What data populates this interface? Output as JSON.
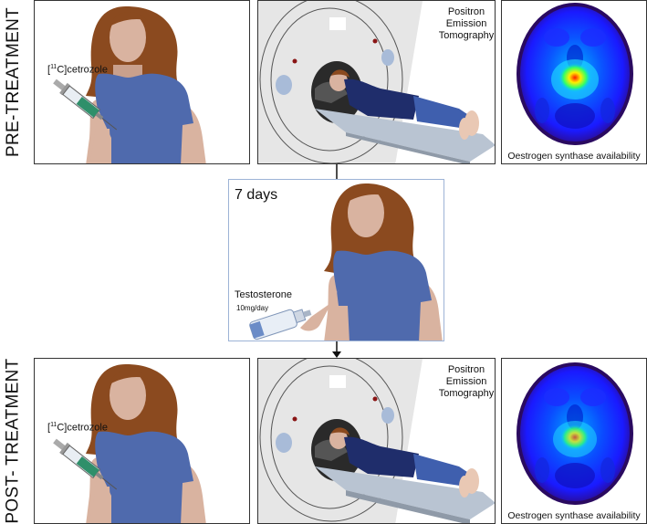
{
  "rows": {
    "pre_label": "PRE-TREATMENT",
    "post_label": "POST- TREATMENT"
  },
  "injection": {
    "tracer_sup": "11",
    "tracer_text": "C]cetrozole"
  },
  "scanner": {
    "title_lines": [
      "Positron",
      "Emission",
      "Tomography"
    ]
  },
  "brain": {
    "caption": "Oestrogen synthase availability",
    "pre_hotspot_intensity": 1.0,
    "post_hotspot_intensity": 0.75
  },
  "treatment": {
    "duration": "7 days",
    "drug": "Testosterone",
    "dose": "10mg/day"
  },
  "colors": {
    "shirt": "#4f6aad",
    "hair": "#8b4a1f",
    "skin": "#d9b3a0",
    "patient_shirt": "#1f2d6b",
    "patient_pants": "#3f5fae",
    "middle_border": "#9db3d6"
  }
}
